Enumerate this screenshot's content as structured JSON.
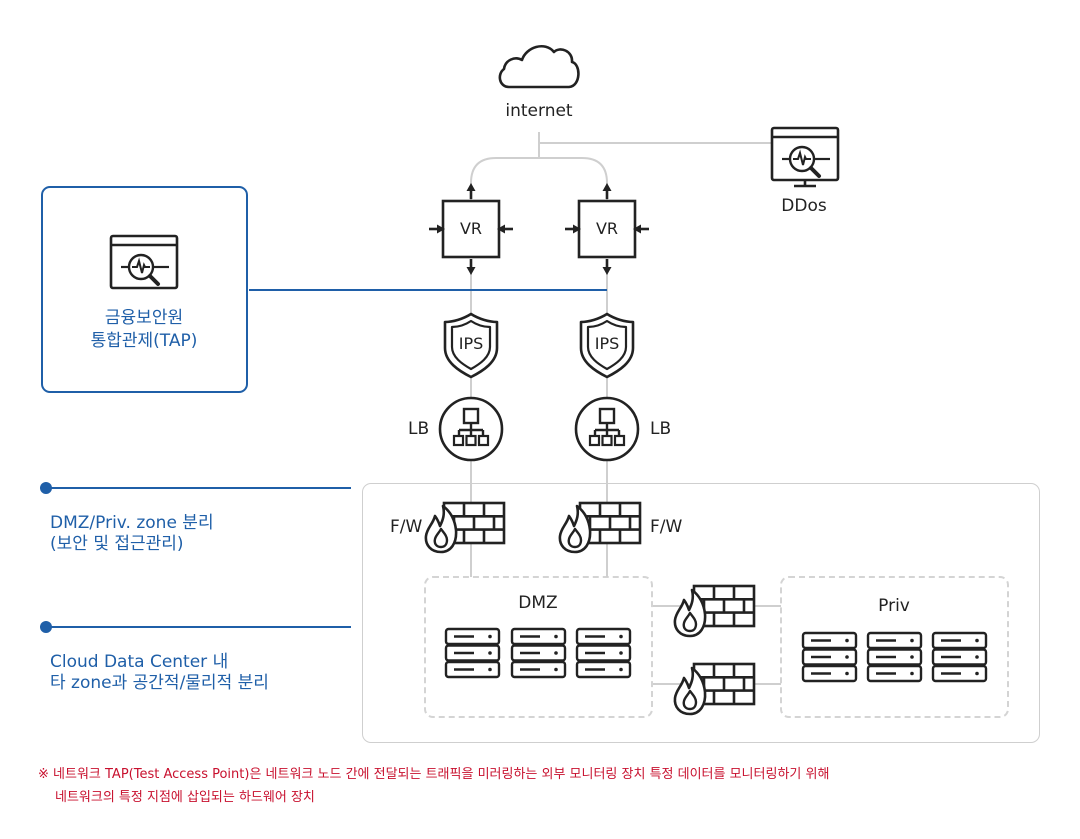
{
  "internet": {
    "label": "internet"
  },
  "ddos": {
    "label": "DDos"
  },
  "tap": {
    "line1": "금융보안원",
    "line2": "통합관제(TAP)"
  },
  "routers": [
    {
      "label": "VR"
    },
    {
      "label": "VR"
    }
  ],
  "ips": [
    {
      "label": "IPS"
    },
    {
      "label": "IPS"
    }
  ],
  "lb": [
    {
      "label": "LB"
    },
    {
      "label": "LB"
    }
  ],
  "firewall": [
    {
      "label": "F/W"
    },
    {
      "label": "F/W"
    }
  ],
  "zones": {
    "dmz": "DMZ",
    "priv": "Priv"
  },
  "legend": [
    {
      "line1": "DMZ/Priv. zone 분리",
      "line2": "(보안 및 접근관리)"
    },
    {
      "line1": "Cloud Data Center 내",
      "line2": "타 zone과 공간적/물리적 분리"
    }
  ],
  "footnote": {
    "line1": "※ 네트워크 TAP(Test Access Point)은 네트워크 노드 간에 전달되는 트래픽을 미러링하는 외부 모니터링 장치 특정 데이터를 모니터링하기 위해",
    "line2": "네트워크의 특정 지점에 삽입되는 하드웨어 장치"
  },
  "colors": {
    "accent_blue": "#1f5fa8",
    "line_gray": "#cfcfcf",
    "icon_dark": "#222222",
    "note_red": "#c8102e"
  }
}
